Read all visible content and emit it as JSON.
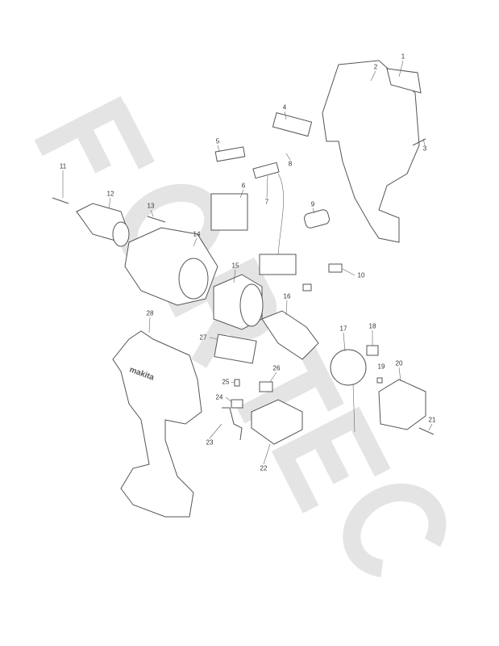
{
  "watermark": {
    "text": "FORTEC",
    "color": "#e4e4e4"
  },
  "parts": [
    {
      "number": "1"
    },
    {
      "number": "2"
    },
    {
      "number": "3"
    },
    {
      "number": "4"
    },
    {
      "number": "5"
    },
    {
      "number": "6"
    },
    {
      "number": "7"
    },
    {
      "number": "8"
    },
    {
      "number": "9"
    },
    {
      "number": "10"
    },
    {
      "number": "11"
    },
    {
      "number": "12"
    },
    {
      "number": "13"
    },
    {
      "number": "14"
    },
    {
      "number": "15"
    },
    {
      "number": "16"
    },
    {
      "number": "17"
    },
    {
      "number": "18"
    },
    {
      "number": "19"
    },
    {
      "number": "20"
    },
    {
      "number": "21"
    },
    {
      "number": "22"
    },
    {
      "number": "23"
    },
    {
      "number": "24"
    },
    {
      "number": "25"
    },
    {
      "number": "26"
    },
    {
      "number": "27"
    },
    {
      "number": "28"
    }
  ],
  "housing_logo": "makita"
}
